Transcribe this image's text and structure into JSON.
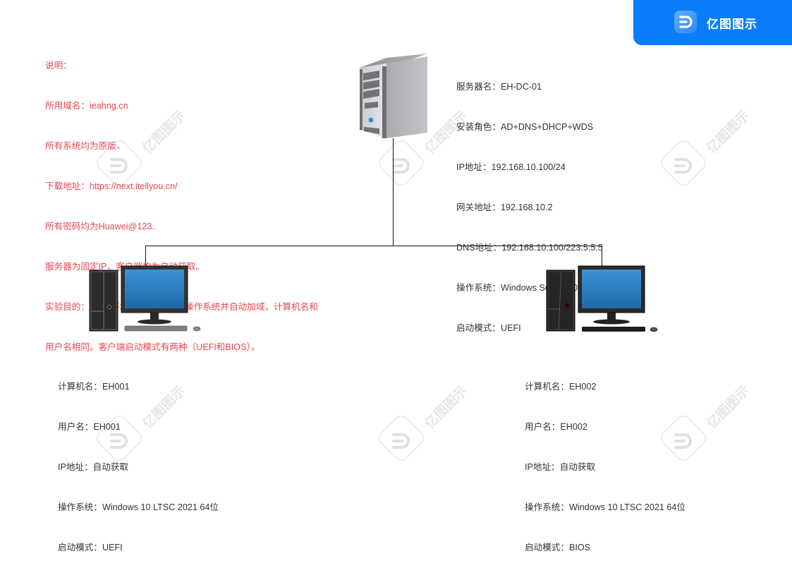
{
  "brand": {
    "name": "亿图图示",
    "icon": "edraw-logo-icon",
    "color": "#0a7dfb"
  },
  "notes": {
    "color": "#e8474f",
    "lines": [
      "说明：",
      "所用域名：ieahng.cn",
      "所有系统均为原版，",
      "下载地址：https://next.itellyou.cn/",
      "所有密码均为Huawei@123..",
      "服务器为固定IP，客户端均为自动获取。",
      "实验目的：AD域环境使用WDS部署操作系统并自动加域，计算机名和",
      "用户名相同。客户端启动模式有两种（UEFI和BIOS）。"
    ]
  },
  "server": {
    "icon": "server-tower-icon",
    "lines": [
      "服务器名：EH-DC-01",
      "安装角色：AD+DNS+DHCP+WDS",
      "IP地址：192.168.10.100/24",
      "网关地址：192.168.10.2",
      "DNS地址：192.168.10.100/223.5.5.5",
      "操作系统：Windows Server 2022标准版 64位",
      "启动模式：UEFI"
    ]
  },
  "clients": [
    {
      "icon": "desktop-pc-icon",
      "lines": [
        "计算机名：EH001",
        "用户名：EH001",
        "IP地址：自动获取",
        "操作系统：Windows 10 LTSC 2021 64位",
        "启动模式：UEFI"
      ]
    },
    {
      "icon": "desktop-pc-icon",
      "lines": [
        "计算机名：EH002",
        "用户名：EH002",
        "IP地址：自动获取",
        "操作系统：Windows 10 LTSC 2021 64位",
        "启动模式：BIOS"
      ]
    }
  ],
  "watermark": {
    "text": "亿图图示",
    "icon": "edraw-watermark-icon"
  }
}
